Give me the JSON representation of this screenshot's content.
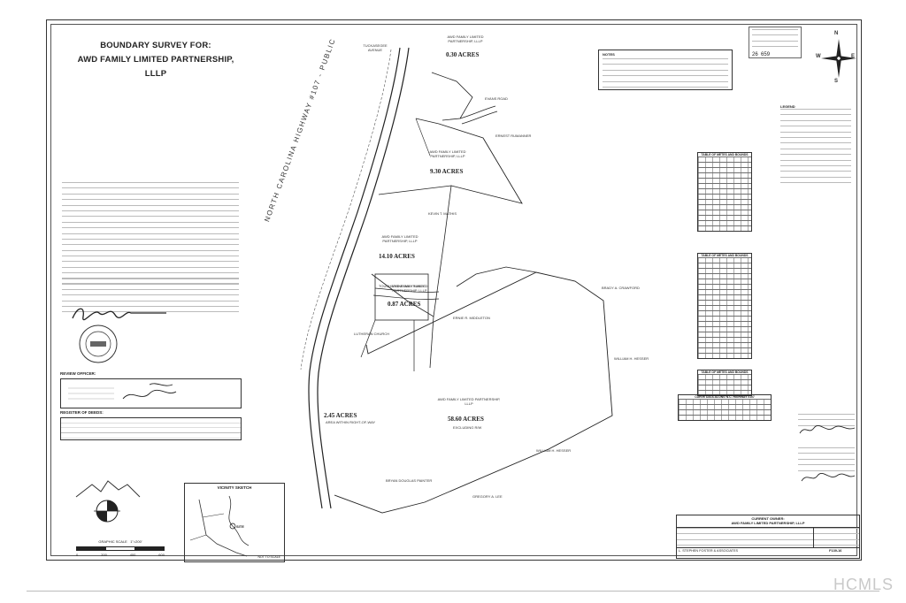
{
  "title_line1": "BOUNDARY SURVEY FOR:",
  "title_line2": "AWD FAMILY LIMITED PARTNERSHIP, LLLP",
  "road": {
    "highway_label": "NORTH CAROLINA HIGHWAY #107 - PUBLIC",
    "evans_road": "EVANS ROAD",
    "tuckasegee": "TUCKASEGEE AVENUE",
    "touchstone": "TOUCHSTONE WAY PUBLIC"
  },
  "parcels": [
    {
      "label": "AWD FAMILY LIMITED PARTNERSHIP, LLLP",
      "acres": "0.30 ACRES"
    },
    {
      "label": "AWD FAMILY LIMITED PARTNERSHIP, LLLP",
      "acres": "9.30 ACRES"
    },
    {
      "label": "AWD FAMILY LIMITED PARTNERSHIP, LLLP",
      "acres": "14.10 ACRES"
    },
    {
      "label": "AWD FAMILY LIMITED PARTNERSHIP, LLLP",
      "acres": "0.87 ACRES"
    },
    {
      "label": "AREA WITHIN RIGHT-OF-WAY",
      "acres": "2.45 ACRES"
    },
    {
      "label": "AWD FAMILY LIMITED PARTNERSHIP, LLLP",
      "acres": "58.60 ACRES"
    }
  ],
  "neighbors": [
    "ERNEST RUMANNER",
    "KEVIN T. MATHIS",
    "ERNIE R. MIDDLETON",
    "BRADY A. CRAWFORD",
    "WILLIAM H. HESSER",
    "WILLIAM H. HESSER",
    "GREGORY A. LEE",
    "BRYAN DOUGLAS PAINTER",
    "LUTHERAN CHURCH"
  ],
  "excluding": "EXCLUDING R/W",
  "vicinity_title": "VICINITY SKETCH",
  "vicinity_site": "SITE",
  "vicinity_note": "NOT TO SCALE",
  "graphic_scale_label": "GRAPHIC SCALE",
  "graphic_scale_ratio": "1\"=200'",
  "scale_ticks": [
    "0",
    "200",
    "400",
    "600"
  ],
  "review_officer": "REVIEW OFFICER:",
  "register_of_deeds": "REGISTER OF DEEDS:",
  "metes_table_1": "TABLE OF METES AND BOUNDS",
  "metes_table_2": "TABLE OF METES AND BOUNDS",
  "metes_table_3": "TABLE OF METES AND BOUNDS",
  "curve_table": "CURVE DATA ALONG N.C. HIGHWAY #107",
  "legend_title": "LEGEND",
  "notes_title": "NOTES",
  "owner_title": "CURRENT OWNER:",
  "owner_name": "AWD FAMILY LIMITED PARTNERSHIP, LLLP",
  "surveyor": "L. STEPHEN FOSTER & ASSOCIATES",
  "drawing_number": "F139-16",
  "county_stamp_no1": "26",
  "county_stamp_no2": "659",
  "watermark": "HCMLS",
  "compass": {
    "n": "N",
    "s": "S",
    "e": "E",
    "w": "W"
  },
  "colors": {
    "ink": "#333333",
    "watermark": "#c9c9c9"
  }
}
